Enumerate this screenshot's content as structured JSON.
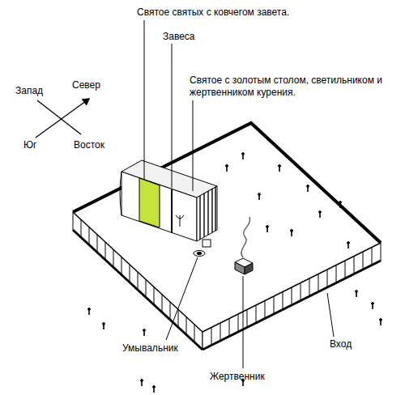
{
  "diagram": {
    "labels": [
      "Святое святых с ковчегом завета.",
      "Завеса",
      "Запад",
      "Север",
      "Святое с золотым столом, светильником и жертвенником курения.",
      "Юг",
      "Восток",
      "Умывальник",
      "Жертвенник",
      "Вход"
    ]
  }
}
